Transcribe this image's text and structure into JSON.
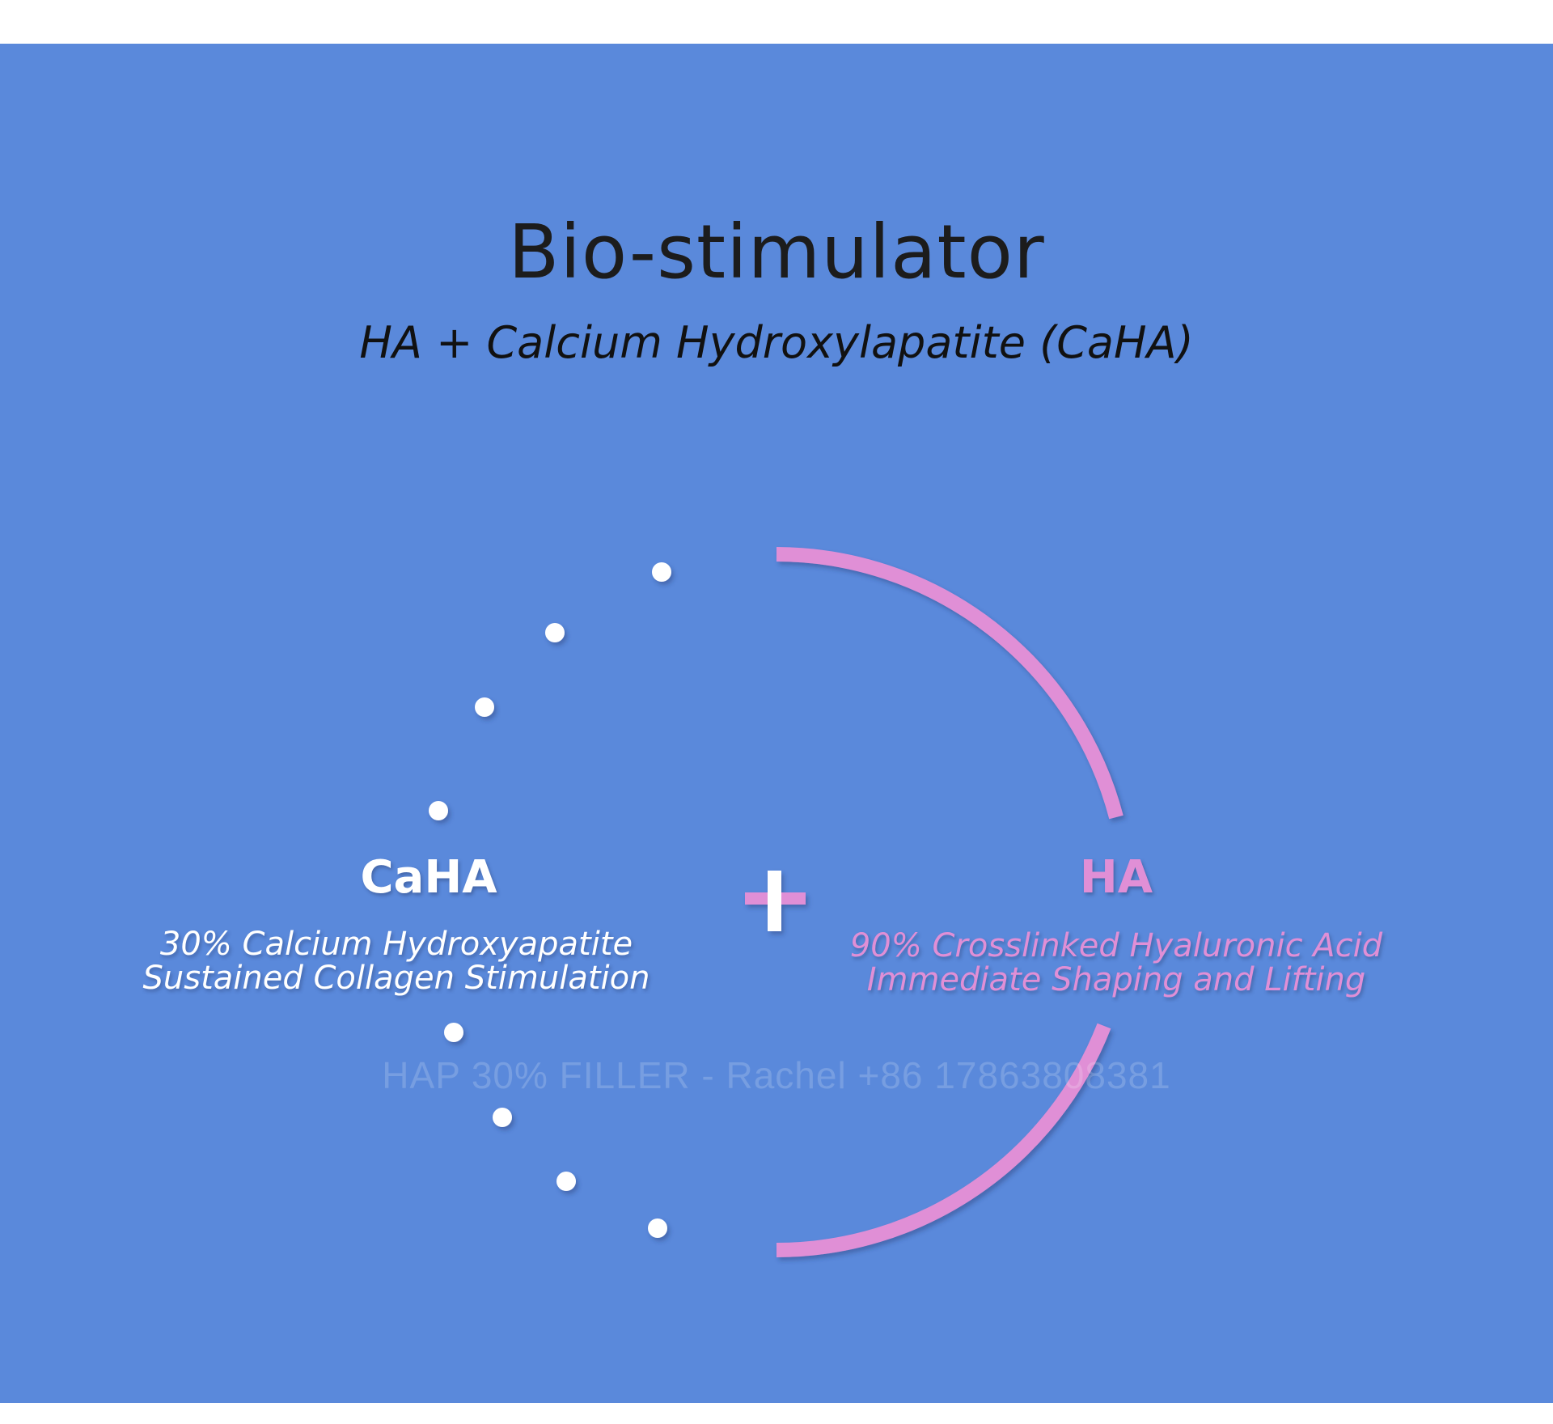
{
  "title": "Bio-stimulator",
  "subtitle": "HA + Calcium Hydroxylapatite (CaHA)",
  "left": {
    "label": "CaHA",
    "lines": [
      "30% Calcium Hydroxyapatite",
      "Sustained Collagen Stimulation"
    ],
    "color": "#ffffff"
  },
  "right": {
    "label": "HA",
    "lines": [
      "90% Crosslinked Hyaluronic Acid",
      "Immediate Shaping and Lifting"
    ],
    "color": "#e08fd6"
  },
  "plus_symbol": "+",
  "watermark": "HAP 30% FILLER - Rachel +86 17863808381",
  "colors": {
    "background": "#5a89db",
    "arc": "#e08fd6",
    "dots": "#ffffff",
    "text_dark": "#1c1c1c"
  }
}
